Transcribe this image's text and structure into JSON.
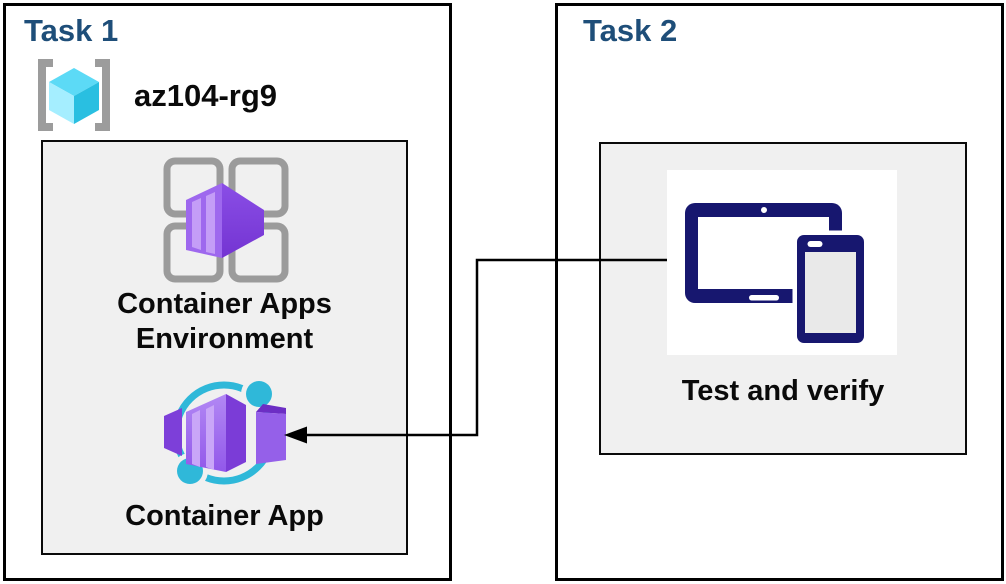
{
  "task1": {
    "title": "Task 1",
    "resource_group": {
      "name": "az104-rg9",
      "icon": "resource-group-icon"
    },
    "environment": {
      "label_line1": "Container Apps",
      "label_line2": "Environment",
      "icon": "container-apps-environment-icon"
    },
    "container_app": {
      "label": "Container App",
      "icon": "container-app-icon"
    }
  },
  "task2": {
    "title": "Task 2",
    "test": {
      "label": "Test and verify",
      "icon": "devices-icon"
    }
  },
  "connector": {
    "from": "devices-icon",
    "to": "container-app-icon",
    "style": "elbow",
    "arrowhead": "left"
  },
  "colors": {
    "title_blue": "#1E4E79",
    "panel_gray": "#F0F0F0",
    "border_black": "#000000",
    "label_black": "#0A0A0A",
    "purple_light": "#C9A6F8",
    "purple_mid": "#9E68EE",
    "purple_dark": "#7434D2",
    "cyan_ring": "#2FB8D9",
    "cube_top_cyan": "#5CDAF6",
    "cube_left_cyan": "#A5EEFF",
    "cube_right_cyan": "#29BFE1",
    "bracket_gray": "#9C9C9C",
    "frame_gray": "#9B9B9B",
    "device_navy": "#17176F",
    "device_screen_gray": "#E9E9E9"
  }
}
